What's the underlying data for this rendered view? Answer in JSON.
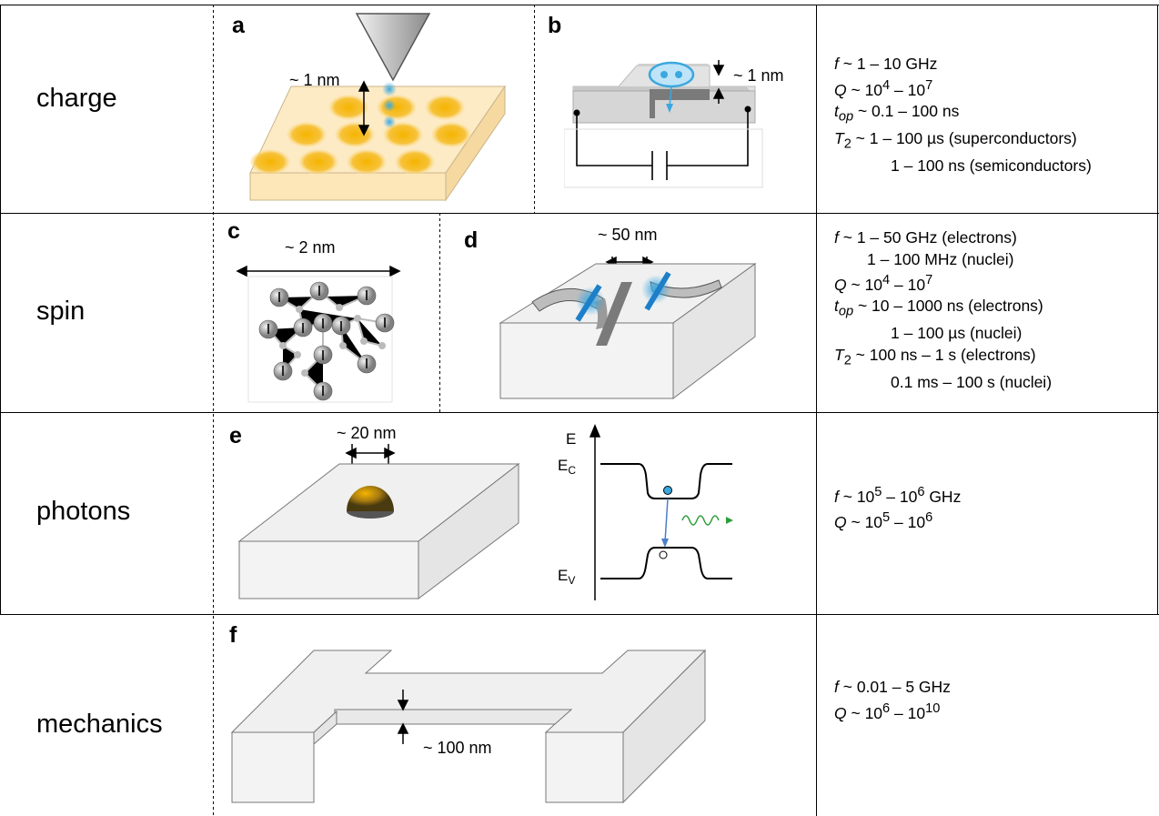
{
  "rows": {
    "charge": "charge",
    "spin": "spin",
    "photons": "photons",
    "mechanics": "mechanics"
  },
  "panels": {
    "a": "a",
    "b": "b",
    "c": "c",
    "d": "d",
    "e": "e",
    "f": "f"
  },
  "annotations": {
    "a_dim": "~ 1 nm",
    "b_dim": "~ 1 nm",
    "c_dim": "~ 2 nm",
    "d_dim": "~ 50 nm",
    "e_dim": "~ 20 nm",
    "f_dim": "~ 100 nm",
    "band_E": "E",
    "band_Ec_main": "E",
    "band_Ec_sub": "C",
    "band_Ev_main": "E",
    "band_Ev_sub": "V"
  },
  "specs": {
    "charge": {
      "f": [
        "f",
        " ~ 1 – 10 GHz"
      ],
      "Q": [
        "Q",
        " ~ 10",
        "4",
        " – 10",
        "7"
      ],
      "top": [
        "t",
        "op",
        " ~ 0.1 – 100 ns"
      ],
      "T2": [
        "T",
        "2",
        " ~ 1 – 100 µs (superconductors)"
      ],
      "T2b": "1 – 100 ns (semiconductors)"
    },
    "spin": {
      "f": [
        "f",
        " ~ 1 – 50 GHz (electrons)"
      ],
      "fb": "1 – 100 MHz (nuclei)",
      "Q": [
        "Q",
        " ~ 10",
        "4",
        " – 10",
        "7"
      ],
      "top": [
        "t",
        "op",
        " ~ 10 – 1000 ns (electrons)"
      ],
      "topb": "1 – 100 µs (nuclei)",
      "T2": [
        "T",
        "2",
        " ~ 100 ns – 1 s (electrons)"
      ],
      "T2b": "0.1 ms – 100 s (nuclei)"
    },
    "photons": {
      "f": [
        "f",
        " ~ 10",
        "5",
        " – 10",
        "6",
        " GHz"
      ],
      "Q": [
        "Q",
        " ~ 10",
        "5",
        " – 10",
        "6"
      ]
    },
    "mechanics": {
      "f": [
        "f",
        " ~ 0.01 – 5 GHz"
      ],
      "Q": [
        "Q",
        " ~ 10",
        "6",
        " – 10",
        "10"
      ]
    }
  },
  "colors": {
    "gold": "#f5b400",
    "substrate": "#fdebc6",
    "blue": "#3aa8e0",
    "green": "#2e9e3a",
    "gray": "#d9d9d9"
  }
}
